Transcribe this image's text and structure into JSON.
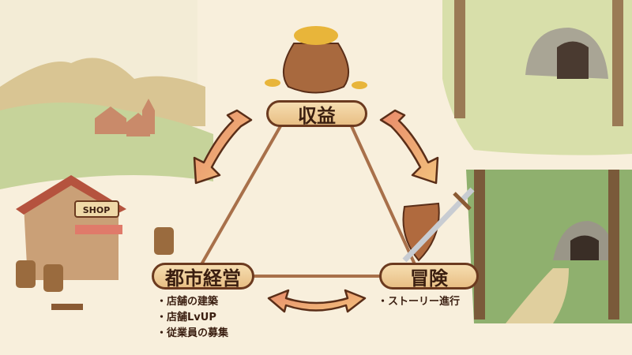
{
  "nodes": {
    "top": {
      "label": "収益"
    },
    "left": {
      "label": "都市経営",
      "items": [
        "店舗の建築",
        "店舗LvUP",
        "従業員の募集"
      ]
    },
    "right": {
      "label": "冒険",
      "items": [
        "ストーリー進行"
      ]
    }
  },
  "illustrations": {
    "shop_sign": "SHOP"
  },
  "colors": {
    "background": "#f8efdc",
    "line": "#a8704a",
    "arrow_start": "#e88a6a",
    "arrow_end": "#f3c27d",
    "pill_border": "#6b3a1f"
  }
}
